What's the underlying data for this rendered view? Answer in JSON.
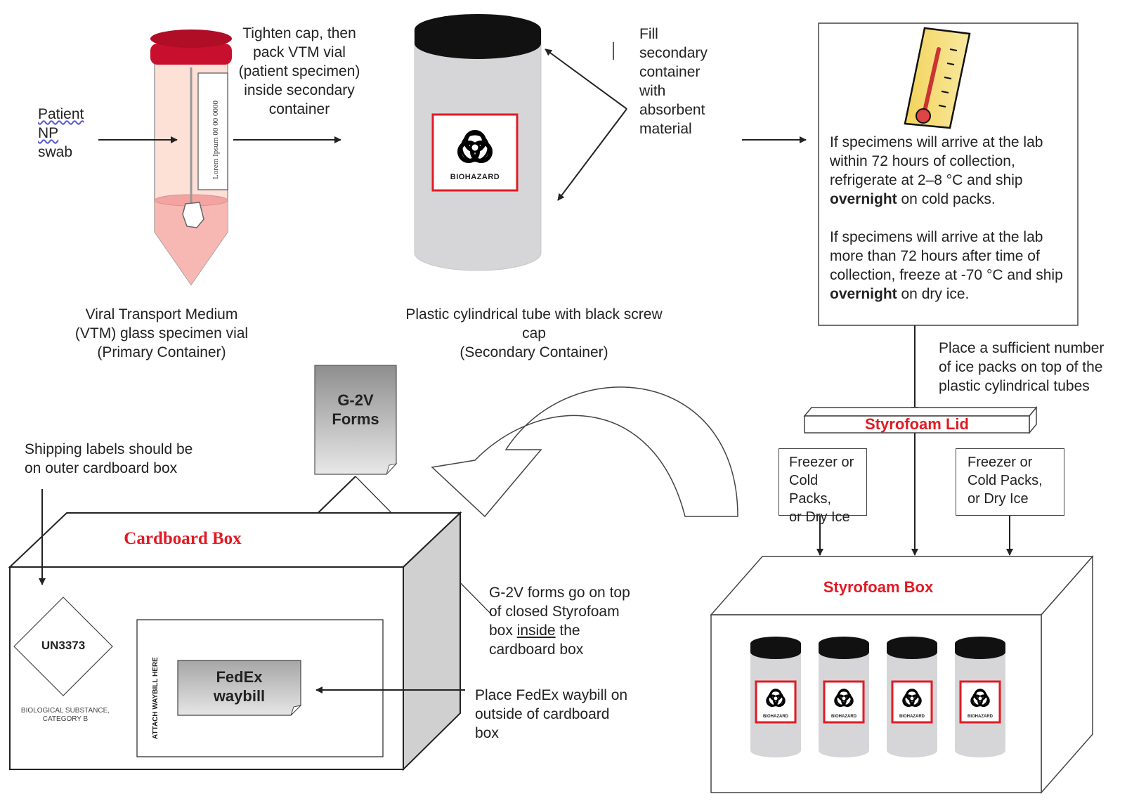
{
  "vial": {
    "input_label": [
      "Patient",
      "NP",
      "swab"
    ],
    "instruction": [
      "Tighten cap, then",
      "pack VTM vial",
      "(patient specimen)",
      "inside secondary",
      "container"
    ],
    "caption": [
      "Viral Transport Medium",
      "(VTM) glass specimen vial",
      "(Primary Container)"
    ],
    "vial_label_text": "Lorem Ipsum 00 00 0000"
  },
  "secondary": {
    "biohazard_label": "BIOHAZARD",
    "fill_note": [
      "Fill",
      "secondary",
      "container",
      "with",
      "absorbent",
      "material"
    ],
    "caption": [
      "Plastic cylindrical tube with black screw",
      "cap",
      "(Secondary Container)"
    ]
  },
  "temperature_box": {
    "para1_prefix": "If specimens will arrive at the lab within 72 hours of collection, refrigerate at 2–8 °C and ship ",
    "para1_bold": "overnight",
    "para1_suffix": " on cold packs.",
    "para2_prefix": "If specimens will arrive at the lab more than 72 hours after time of collection, freeze at -70 °C and ship ",
    "para2_bold": "overnight",
    "para2_suffix": " on dry ice."
  },
  "ice_note": [
    "Place a sufficient number",
    "of ice packs on top of the",
    "plastic cylindrical tubes"
  ],
  "styrofoam": {
    "lid_label": "Styrofoam Lid",
    "box_label": "Styrofoam Box",
    "packs_left": [
      "Freezer or",
      "Cold Packs,",
      "or Dry Ice"
    ],
    "packs_right": [
      "Freezer or",
      "Cold Packs,",
      "or Dry Ice"
    ],
    "tube_label": "BIOHAZARD"
  },
  "forms": {
    "label": [
      "G-2V",
      "Forms"
    ],
    "note_prefix": "G-2V forms go on top",
    "note_line2": "of closed Styrofoam",
    "note_box_word": "box ",
    "note_inside": "inside",
    "note_suffix": " the",
    "note_line4": "cardboard box"
  },
  "cardboard": {
    "box_label": "Cardboard Box",
    "shipping_note": [
      "Shipping labels should be",
      "on outer cardboard box"
    ],
    "un_label": "UN3373",
    "substance": [
      "BIOLOGICAL SUBSTANCE,",
      "CATEGORY B"
    ],
    "attach_label": "ATTACH WAYBILL HERE",
    "waybill": [
      "FedEx",
      "waybill"
    ],
    "waybill_note": [
      "Place FedEx waybill on",
      "outside of cardboard",
      "box"
    ]
  },
  "colors": {
    "cap_red": "#c8102e",
    "vial_pink": "#fde0d6",
    "liquid_pink": "#f7b7b3",
    "tube_gray": "#d6d6d8",
    "label_red": "#e01b24",
    "box_side_gray": "#d0d0d0"
  }
}
